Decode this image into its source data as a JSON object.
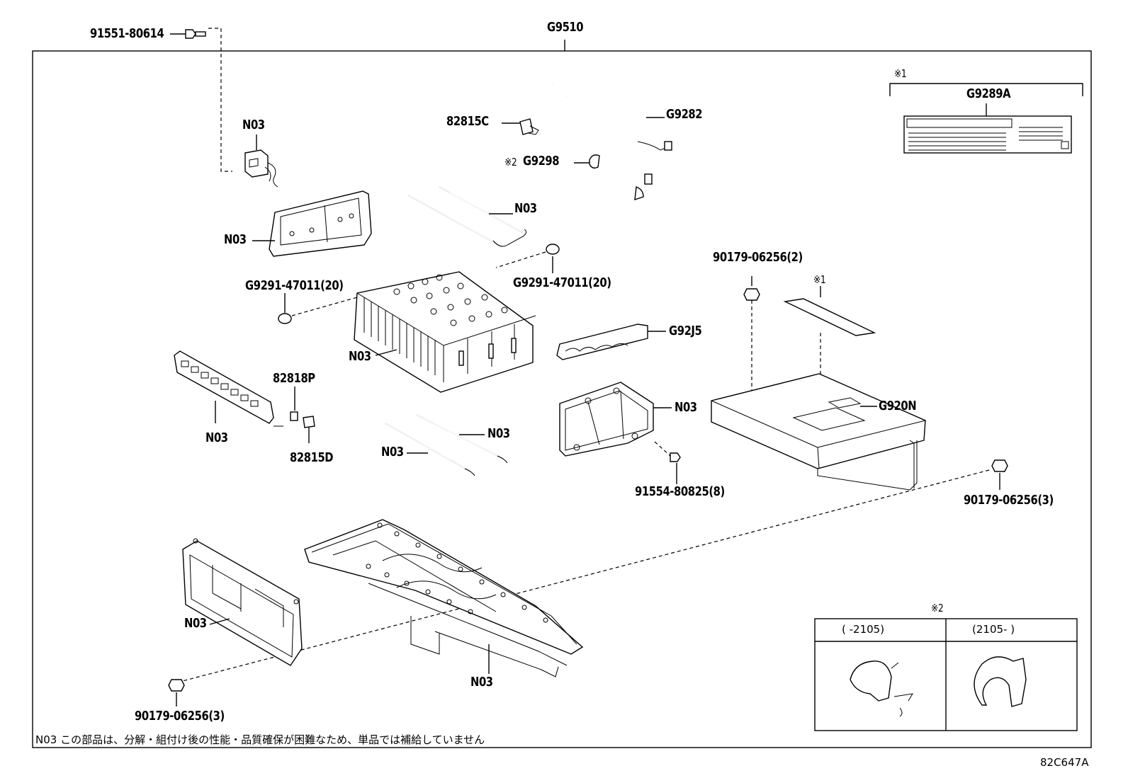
{
  "assembly_label": "G9510",
  "labels": {
    "bolt_top": "91551-80614",
    "n03_connector": "N03",
    "n03_bracket_left": "N03",
    "n03_rods_top": "N03",
    "n03_cell_stack": "N03",
    "n03_bus_bar": "N03",
    "n03_rod_lower_right": "N03",
    "n03_rod_lower_left": "N03",
    "n03_bracket_right": "N03",
    "n03_frame_left": "N03",
    "n03_tray_bottom": "N03",
    "p82815C": "82815C",
    "g9282": "G9282",
    "g9298": "G9298",
    "g9298_mark": "※2",
    "g9291_left": "G9291-47011(20)",
    "g9291_right": "G9291-47011(20)",
    "g92j5": "G92J5",
    "p82818P": "82818P",
    "p82815D": "82815D",
    "nut_top": "90179-06256(2)",
    "mark1_center": "※1",
    "g920n": "G920N",
    "bolt_lower": "91554-80825(8)",
    "nut_right": "90179-06256(3)",
    "nut_left_bottom": "90179-06256(3)"
  },
  "label_box": {
    "mark": "※1",
    "part": "G9289A"
  },
  "variant_box": {
    "mark": "※2",
    "col1": "(      -2105)",
    "col2": "(2105-      )"
  },
  "footnote": "N03  この部品は、分解・組付け後の性能・品質確保が困難なため、単品では補給していません",
  "figure_code": "82C647A"
}
